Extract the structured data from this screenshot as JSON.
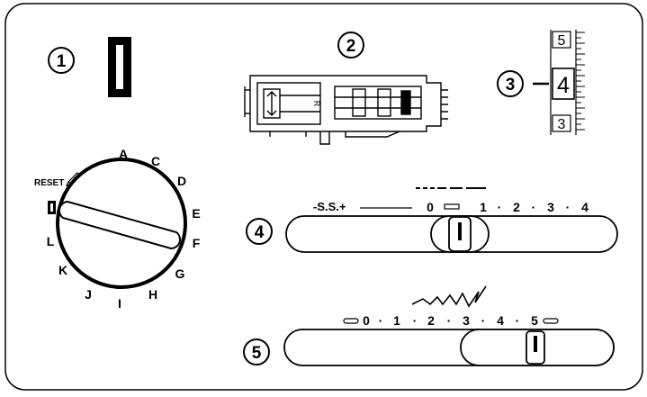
{
  "steps": [
    {
      "number": "1"
    },
    {
      "number": "2"
    },
    {
      "number": "3"
    },
    {
      "number": "4"
    },
    {
      "number": "5"
    }
  ],
  "presser_foot": {
    "mark": "R"
  },
  "stitch_length_gauge": {
    "above": "5",
    "current": "4",
    "below": "3"
  },
  "dial": {
    "reset_label": "RESET",
    "letters": [
      "A",
      "C",
      "D",
      "E",
      "F",
      "G",
      "H",
      "I",
      "J",
      "K",
      "L"
    ],
    "selected_label": "buttonhole"
  },
  "length_slider": {
    "ss_label": "-S.S.+",
    "ticks": [
      "0",
      "1",
      "2",
      "3",
      "4"
    ],
    "dots": [
      "·",
      "·",
      "·"
    ],
    "setting": "0.5",
    "symbol": "straight-stitch-dashes"
  },
  "width_slider": {
    "ticks": [
      "0",
      "1",
      "2",
      "3",
      "4",
      "5"
    ],
    "dots": [
      "·",
      "·",
      "·",
      "·",
      "·"
    ],
    "setting": "5",
    "symbol": "zigzag"
  }
}
